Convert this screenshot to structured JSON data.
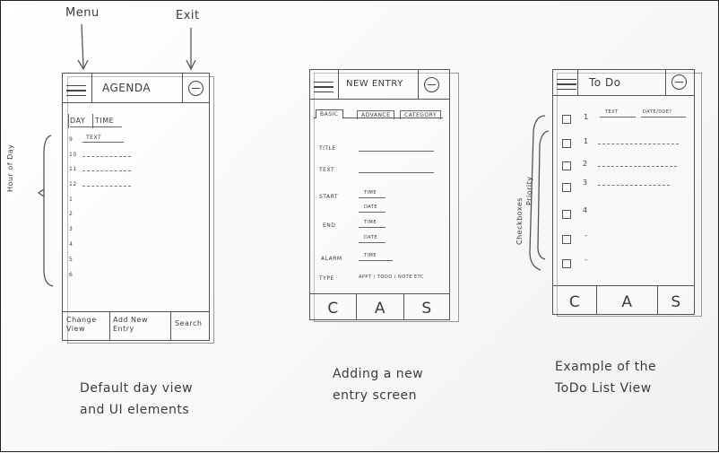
{
  "annotations": {
    "menu": "Menu",
    "exit": "Exit",
    "hour_of_day": "Hour of Day",
    "checkboxes": "Checkboxes",
    "priority": "Priority"
  },
  "agenda": {
    "title": "AGENDA",
    "col_day": "DAY",
    "col_time": "TIME",
    "hours": [
      "9",
      "10",
      "11",
      "12",
      "1",
      "2",
      "3",
      "4",
      "5",
      "6"
    ],
    "first_entry": "TEXT",
    "footer": [
      "Change View",
      "Add New Entry",
      "Search"
    ],
    "caption": "Default day view and UI elements"
  },
  "new_entry": {
    "title": "NEW ENTRY",
    "tabs": [
      "BASIC",
      "ADVANCE",
      "CATEGORY"
    ],
    "fields": {
      "title": "TITLE",
      "text": "TEXT",
      "start": "START",
      "end": "END",
      "alarm": "ALARM",
      "type": "TYPE"
    },
    "time_hint": "TIME",
    "date_hint": "DATE",
    "type_value": "APPT / TODO / NOTE ETC",
    "nav": [
      "C",
      "A",
      "S"
    ],
    "caption": "Adding a new entry screen"
  },
  "todo": {
    "title": "To Do",
    "header_text": "TEXT",
    "header_date": "DATE/DUE?",
    "priorities": [
      "1",
      "1",
      "2",
      "3",
      "4",
      "-",
      "-"
    ],
    "nav": [
      "C",
      "A",
      "S"
    ],
    "caption": "Example of the ToDo List View"
  }
}
